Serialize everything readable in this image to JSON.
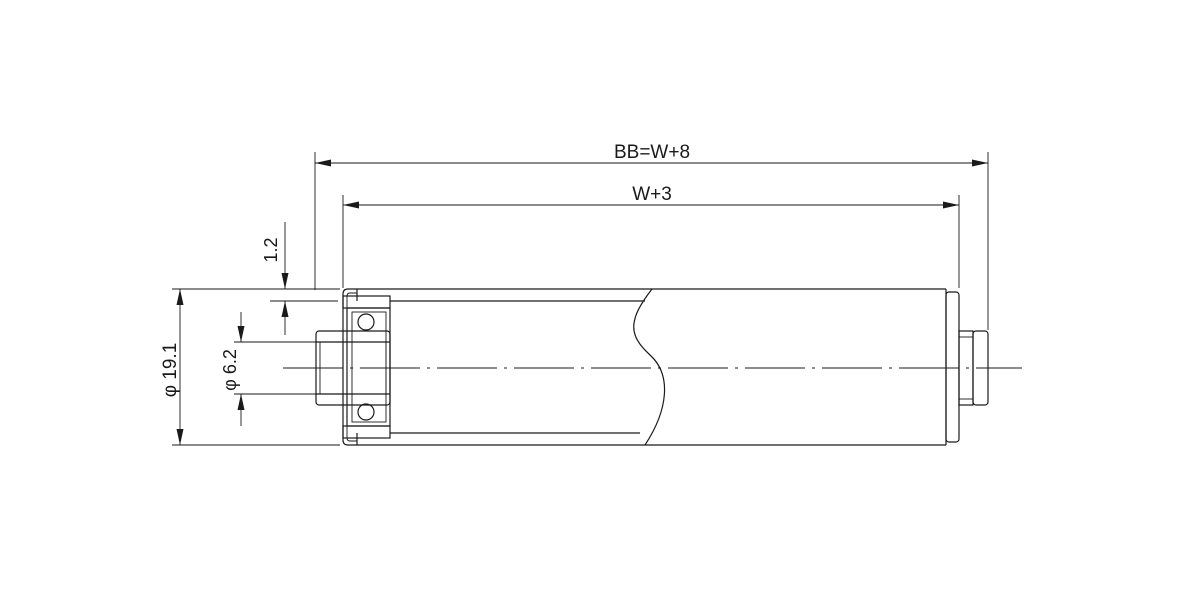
{
  "dimensions": {
    "overall_length": "BB=W+8",
    "tube_length": "W+3",
    "flange_thickness": "1.2",
    "tube_diameter": "φ 19.1",
    "shaft_bore": "φ 6.2"
  }
}
